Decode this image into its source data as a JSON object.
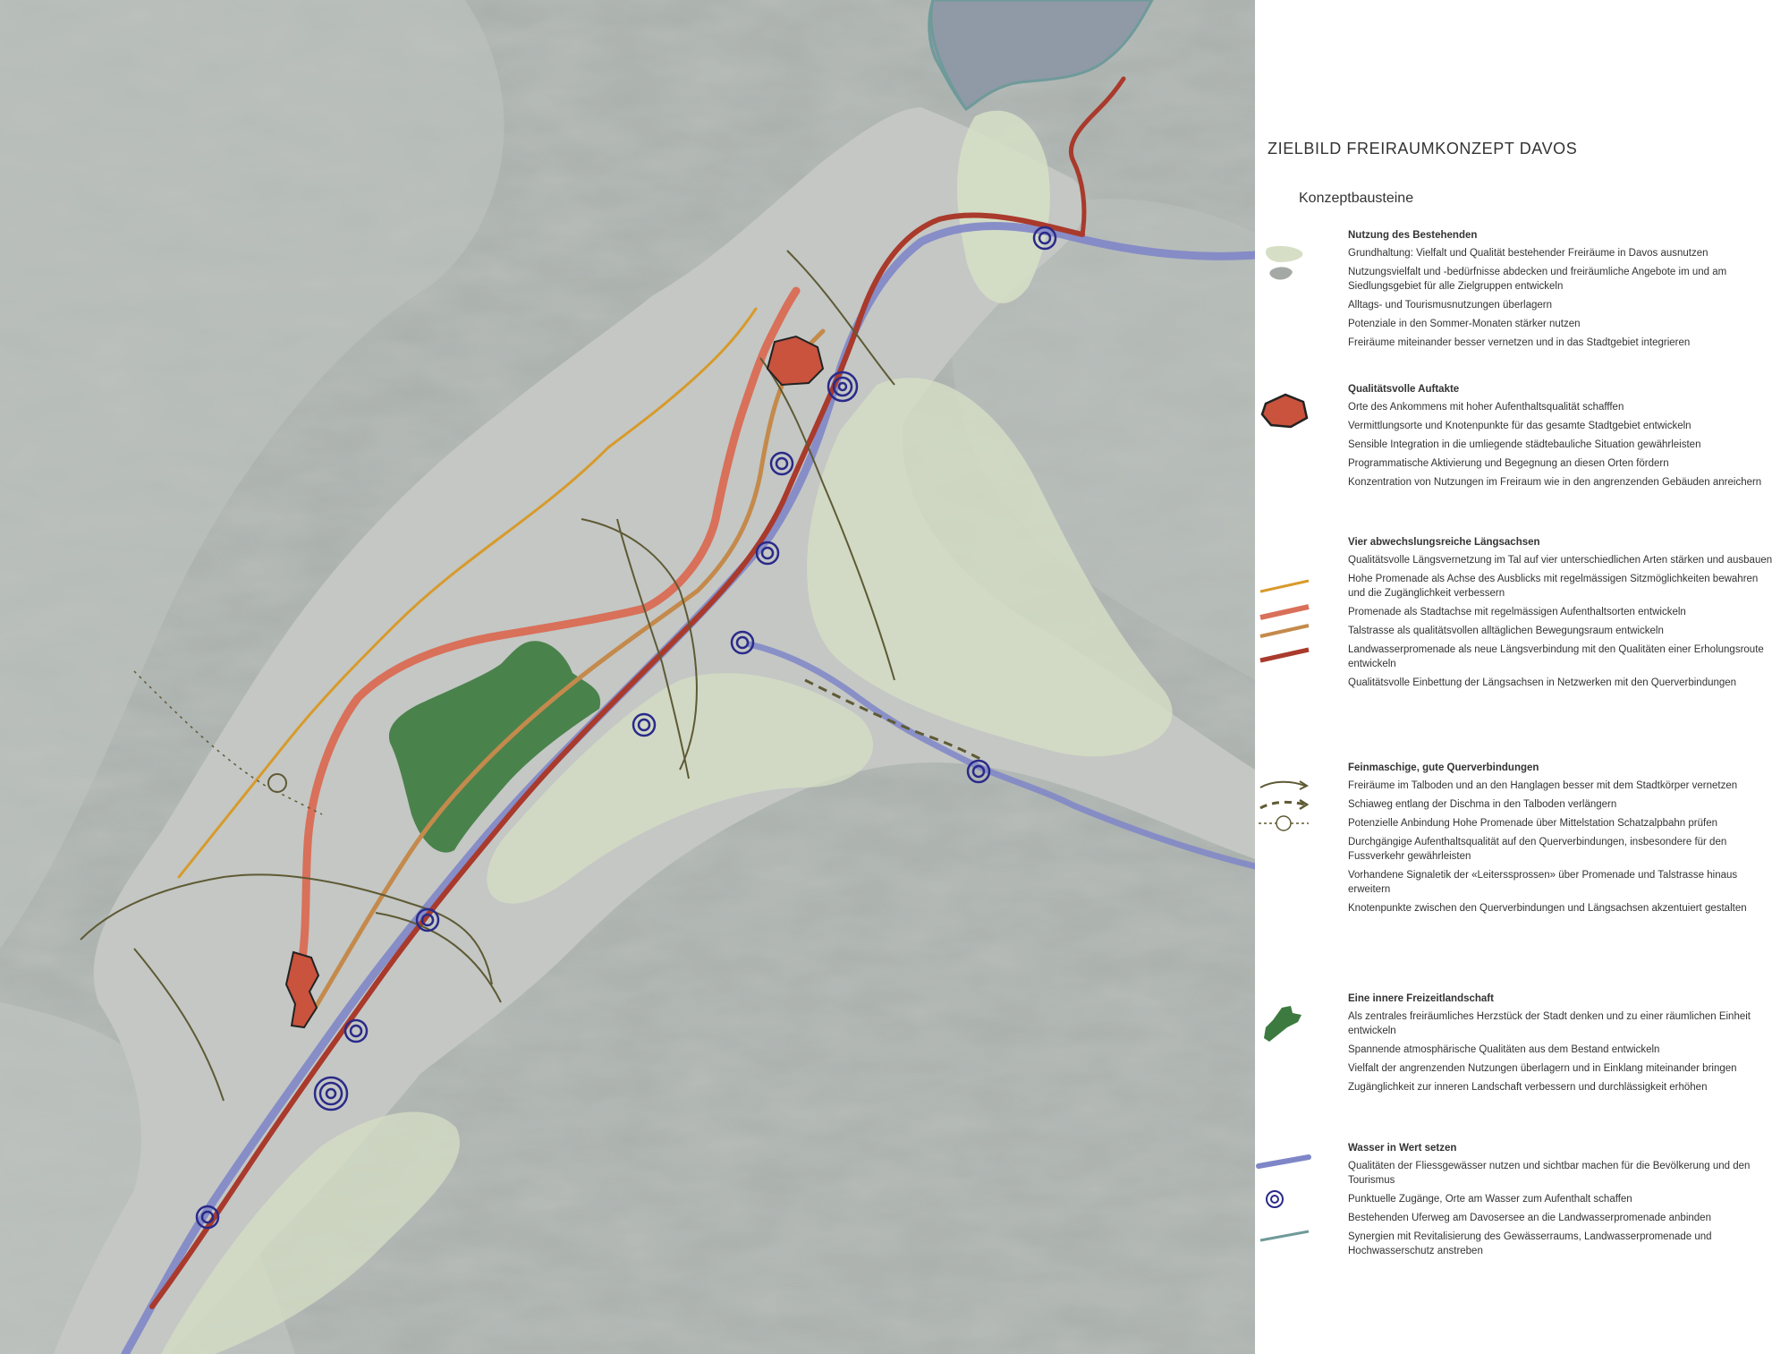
{
  "map": {
    "colors": {
      "terrain": "#a9afab",
      "settlement": "#c4c7c4",
      "meadow": "#d6dfc5",
      "lake": "#8f9aa6",
      "hohe_promenade": "#d89a2a",
      "promenade": "#d9705a",
      "talstrasse": "#c48a4c",
      "landwasserpromenade": "#a93a2c",
      "water": "#7f86c8",
      "auftakt": "#c9533d",
      "freizeitlandschaft": "#3d7a3f",
      "querverbindung": "#5e5a34",
      "uferweg": "#6f9a9a"
    }
  },
  "legend": {
    "title": "ZIELBILD FREIRAUMKONZEPT DAVOS",
    "subtitle": "Konzeptbausteine",
    "sections": [
      {
        "heading": "Nutzung des Bestehenden",
        "items": [
          {
            "symbol": "meadow-patch",
            "text": "Grundhaltung: Vielfalt und Qualität bestehender Freiräume in Davos ausnutzen"
          },
          {
            "symbol": "grey-patch",
            "text": "Nutzungsvielfalt und -bedürfnisse abdecken und freiräumliche Angebote im und am Siedlungsgebiet für alle Zielgruppen entwickeln"
          },
          {
            "symbol": "",
            "text": "Alltags- und Tourismusnutzungen überlagern"
          },
          {
            "symbol": "",
            "text": "Potenziale in den Sommer-Monaten stärker nutzen"
          },
          {
            "symbol": "",
            "text": "Freiräume miteinander besser vernetzen und in das Stadtgebiet integrieren"
          }
        ]
      },
      {
        "heading": "Qualitätsvolle Auftakte",
        "items": [
          {
            "symbol": "red-polygon",
            "text": "Orte des Ankommens mit hoher Aufenthaltsqualität schafffen"
          },
          {
            "symbol": "",
            "text": "Vermittlungsorte und Knotenpunkte für das gesamte Stadtgebiet entwickeln"
          },
          {
            "symbol": "",
            "text": "Sensible Integration in die umliegende städtebauliche Situation gewährleisten"
          },
          {
            "symbol": "",
            "text": "Programmatische Aktivierung und Begegnung an diesen Orten fördern"
          },
          {
            "symbol": "",
            "text": "Konzentration von Nutzungen im Freiraum wie in den angrenzenden Gebäuden anreichern"
          }
        ]
      },
      {
        "heading": "Vier abwechslungsreiche Längsachsen",
        "items": [
          {
            "symbol": "",
            "text": "Qualitätsvolle Längsvernetzung im Tal auf vier unterschiedlichen Arten stärken und ausbauen"
          },
          {
            "symbol": "line-hohe-promenade",
            "text": "Hohe Promenade als Achse des Ausblicks mit regelmässigen Sitzmöglichkeiten bewahren und die Zugänglichkeit verbessern"
          },
          {
            "symbol": "line-promenade",
            "text": "Promenade als Stadtachse mit regelmässigen Aufenthaltsorten entwickeln"
          },
          {
            "symbol": "line-talstrasse",
            "text": "Talstrasse als qualitätsvollen alltäglichen Bewegungsraum entwickeln"
          },
          {
            "symbol": "line-landwasser",
            "text": "Landwasserpromenade als neue Längsverbindung mit den Qualitäten einer Erholungsroute entwickeln"
          },
          {
            "symbol": "",
            "text": "Qualitätsvolle Einbettung der Längsachsen in Netzwerken mit den Querverbindungen"
          }
        ]
      },
      {
        "heading": "Feinmaschige, gute Querverbindungen",
        "items": [
          {
            "symbol": "arrow-solid",
            "text": "Freiräume im Talboden und an den Hanglagen besser mit dem Stadtkörper vernetzen"
          },
          {
            "symbol": "arrow-dashed",
            "text": "Schiaweg entlang der Dischma in den Talboden verlängern"
          },
          {
            "symbol": "circle-dashed",
            "text": "Potenzielle Anbindung Hohe Promenade über Mittelstation Schatzalpbahn prüfen"
          },
          {
            "symbol": "",
            "text": "Durchgängige Aufenthaltsqualität auf den Querverbindungen, insbesondere für den Fussverkehr gewährleisten"
          },
          {
            "symbol": "",
            "text": "Vorhandene Signaletik der «Leiterssprossen» über Promenade und Talstrasse hinaus erweitern"
          },
          {
            "symbol": "",
            "text": "Knotenpunkte zwischen den Querverbindungen und Längsachsen akzentuiert gestalten"
          }
        ]
      },
      {
        "heading": "Eine innere Freizeitlandschaft",
        "items": [
          {
            "symbol": "green-shape",
            "text": "Als zentrales freiräumliches Herzstück der Stadt denken und zu einer räumlichen Einheit entwickeln"
          },
          {
            "symbol": "",
            "text": "Spannende atmosphärische Qualitäten aus dem Bestand entwickeln"
          },
          {
            "symbol": "",
            "text": "Vielfalt der angrenzenden Nutzungen überlagern und in Einklang miteinander bringen"
          },
          {
            "symbol": "",
            "text": "Zugänglichkeit zur inneren Landschaft verbessern und durchlässigkeit erhöhen"
          }
        ]
      },
      {
        "heading": "Wasser in Wert setzen",
        "items": [
          {
            "symbol": "line-water",
            "text": "Qualitäten der Fliessgewässer nutzen und sichtbar machen für die Bevölkerung und den Tourismus"
          },
          {
            "symbol": "double-circle",
            "text": "Punktuelle Zugänge, Orte am Wasser zum Aufenthalt schaffen"
          },
          {
            "symbol": "",
            "text": "Bestehenden Uferweg am Davosersee an die Landwasserpromenade anbinden"
          },
          {
            "symbol": "line-uferweg",
            "text": "Synergien mit Revitalisierung des Gewässerraums, Landwasserpromenade und Hochwasserschutz anstreben"
          }
        ]
      }
    ]
  }
}
